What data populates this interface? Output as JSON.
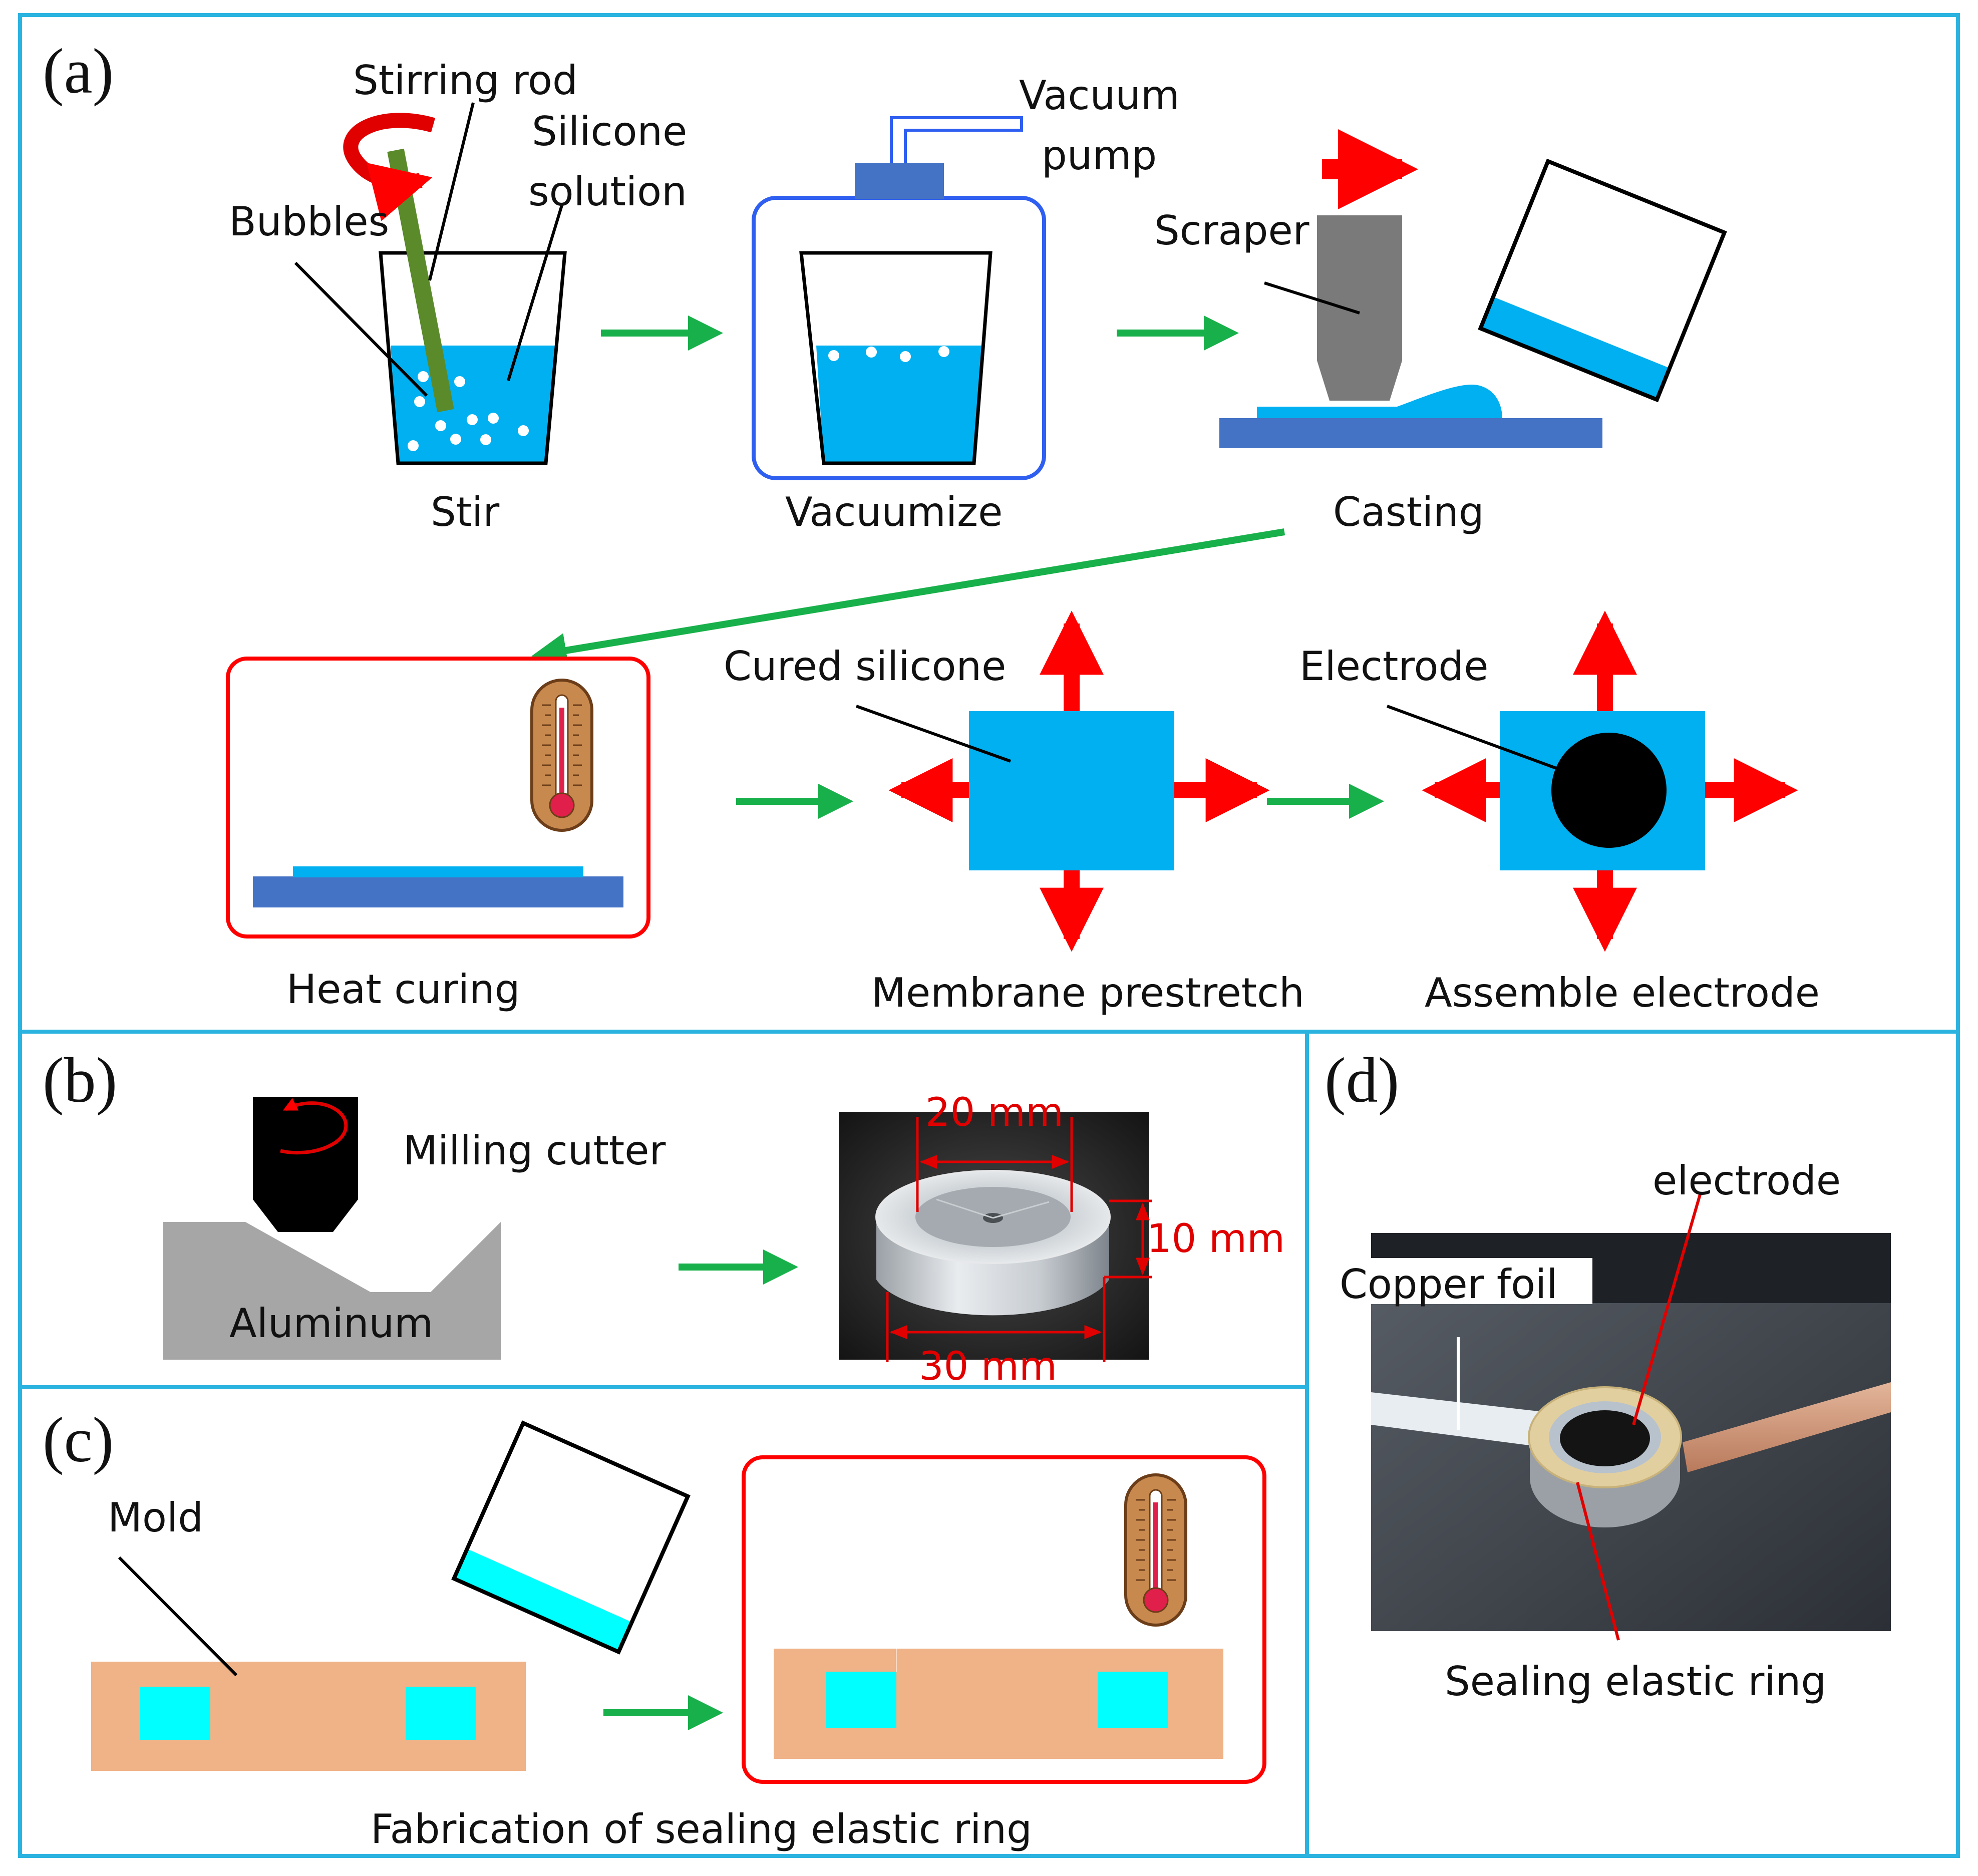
{
  "panels": {
    "a": {
      "letter": "(a)",
      "labels": {
        "stirring_rod": "Stirring rod",
        "silicone_line1": "Silicone",
        "silicone_line2": "solution",
        "bubbles": "Bubbles",
        "vacuum_line1": "Vacuum",
        "vacuum_line2": "pump",
        "scraper": "Scraper",
        "cured_silicone": "Cured silicone",
        "electrode": "Electrode"
      },
      "steps": {
        "stir": "Stir",
        "vacuumize": "Vacuumize",
        "casting": "Casting",
        "heat_curing": "Heat curing",
        "prestretch": "Membrane prestretch",
        "assemble": "Assemble electrode"
      }
    },
    "b": {
      "letter": "(b)",
      "labels": {
        "milling_cutter": "Milling cutter",
        "aluminum": "Aluminum"
      },
      "dimensions": {
        "top": "20 mm",
        "height": "10 mm",
        "bottom": "30 mm"
      }
    },
    "c": {
      "letter": "(c)",
      "labels": {
        "mold": "Mold"
      },
      "caption": "Fabrication of sealing elastic ring"
    },
    "d": {
      "letter": "(d)",
      "labels": {
        "electrode": "electrode",
        "copper_foil": "Copper foil",
        "sealing_ring": "Sealing elastic ring"
      }
    }
  },
  "colors": {
    "frame": "#2bb3e0",
    "silicone_blue": "#00b0f0",
    "substrate_blue": "#4472c4",
    "flow_arrow": "#18b04a",
    "stretch_arrow": "#ff0000",
    "mold": "#f0b287",
    "ring_cyan": "#00ffff",
    "oven_border": "#ff0000",
    "vacuum_border": "#2f5ff0"
  }
}
